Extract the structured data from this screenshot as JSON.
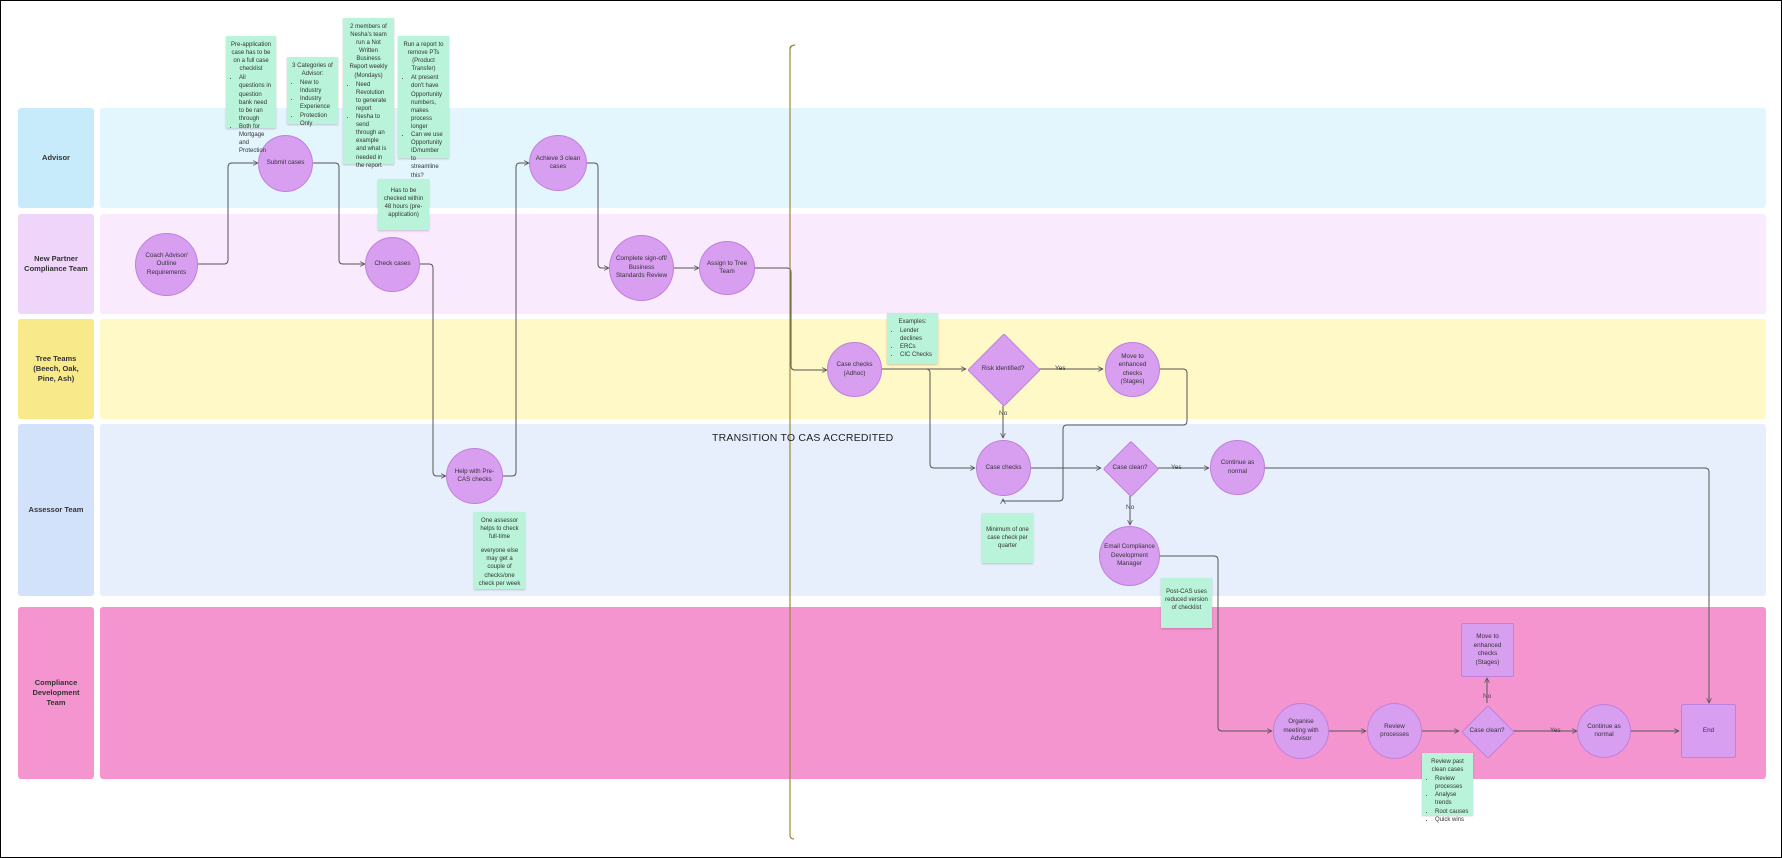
{
  "lanes": [
    {
      "label": "Advisor",
      "color": "#e3f5fd",
      "label_color": "#c7ebfb"
    },
    {
      "label": "New Partner Compliance Team",
      "color": "#f9eafd",
      "label_color": "#efd5fa"
    },
    {
      "label": "Tree Teams (Beech, Oak, Pine, Ash)",
      "color": "#fff8c7",
      "label_color": "#f8e98a"
    },
    {
      "label": "Assessor Team",
      "color": "#e7effd",
      "label_color": "#d3e2fb"
    },
    {
      "label": "Compliance Development Team",
      "color": "#f595d0",
      "label_color": "#f595d0"
    }
  ],
  "nodes": {
    "coach": "Coach Advisor/ Outline Requirements",
    "submit": "Submit cases",
    "check_cases": "Check cases",
    "help": "Help with Pre-CAS checks",
    "achieve": "Achieve 3 clean cases",
    "signoff": "Complete sign-off/ Business Standards Review",
    "assign": "Assign to Tree Team",
    "adhoc": "Case checks (Adhoc)",
    "risk": "Risk identified?",
    "enhanced1": "Move to enhanced checks (Stages)",
    "case_checks": "Case checks",
    "clean1": "Case clean?",
    "continue1": "Continue as normal",
    "email": "Email Compliance Development Manager",
    "organise": "Organise meeting with Advisor",
    "review": "Review processes",
    "clean2": "Case clean?",
    "enhanced2": "Move to enhanced checks (Stages)",
    "continue2": "Continue as normal",
    "end": "End"
  },
  "edge_labels": {
    "risk_yes": "Yes",
    "risk_no": "No",
    "clean1_yes": "Yes",
    "clean1_no": "No",
    "clean2_yes": "Yes",
    "clean2_no": "No"
  },
  "stickies": {
    "preapp": {
      "title": "Pre-application case has to be on a full case checklist",
      "bullets": [
        "All questions in question bank need to be ran through",
        "Both for Mortgage and Protection"
      ]
    },
    "categories": {
      "title": "3 Categories of Advisor:",
      "bullets": [
        "New to Industry",
        "Industry Experience",
        "Protection Only"
      ]
    },
    "nesha": {
      "title": "2 members of Nesha's team run a Not Written Business Report weekly (Mondays)",
      "bullets": [
        "Need Revolution to generate report",
        "Nesha to send through an example and what is needed in the report"
      ]
    },
    "report": {
      "title": "Run a report to remove PTs (Product Transfer)",
      "bullets": [
        "At present don't have Opportunity numbers, makes process longer",
        "Can we use Opportunity ID/number to streamline this?"
      ]
    },
    "hours48": {
      "title": "Has to be checked within 48 hours (pre-application)"
    },
    "examples": {
      "title": "Examples:",
      "bullets": [
        "Lender declines",
        "ERCs",
        "CIC Checks"
      ]
    },
    "assessor": {
      "title": "One assessor helps to check full-time",
      "text2": "everyone else may get a couple of checks/one check per week"
    },
    "minimum": {
      "title": "Minimum of one case check per quarter"
    },
    "postcas": {
      "title": "Post-CAS uses reduced version of checklist"
    },
    "reviewpast": {
      "title": "Review past clean cases",
      "bullets": [
        "Review processes",
        "Analyse trends",
        "Root causes",
        "Quick wins"
      ]
    }
  },
  "transition_label": "TRANSITION TO CAS ACCREDITED",
  "colors": {
    "node_fill": "#d89ef0",
    "sticky_fill": "#b9f3d9",
    "connector": "#555555",
    "divider": "#9a8a3a"
  }
}
